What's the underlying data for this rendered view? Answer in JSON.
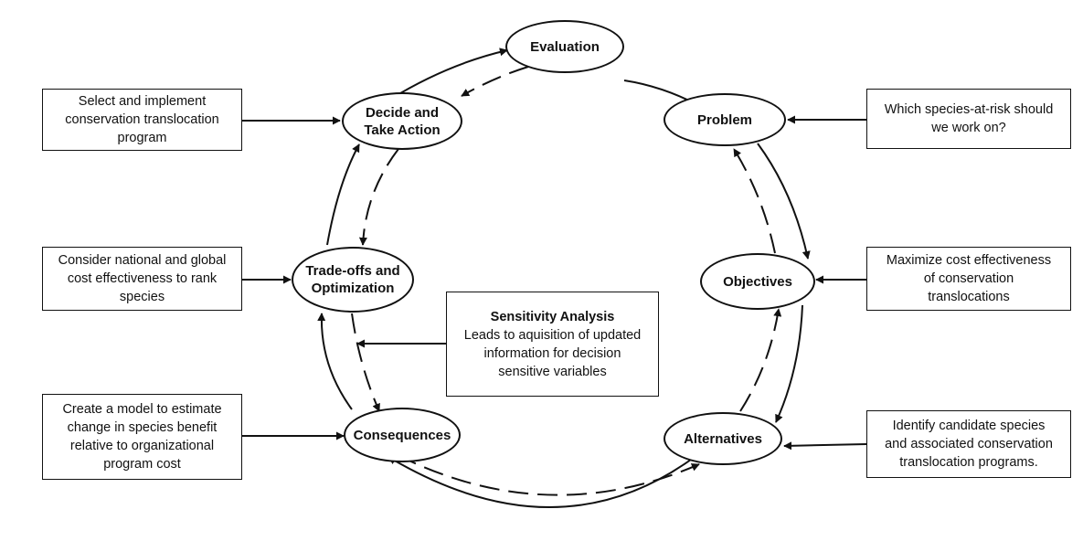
{
  "nodes": {
    "evaluation": "Evaluation",
    "decide": [
      "Decide and",
      "Take Action"
    ],
    "problem": "Problem",
    "tradeoffs": [
      "Trade-offs and",
      "Optimization"
    ],
    "objectives": "Objectives",
    "consequences": "Consequences",
    "alternatives": "Alternatives"
  },
  "boxes": {
    "select": [
      "Select and implement",
      "conservation translocation",
      "program"
    ],
    "consider": [
      "Consider national and global",
      "cost effectiveness to rank",
      "species"
    ],
    "create": [
      "Create a model to estimate",
      "change in species benefit",
      "relative to organizational",
      "program cost"
    ],
    "which": [
      "Which species-at-risk should",
      "we work on?"
    ],
    "maximize": [
      "Maximize cost effectiveness",
      "of conservation",
      "translocations"
    ],
    "identify": [
      "Identify candidate species",
      "and associated conservation",
      "translocation programs."
    ],
    "sensitivity": {
      "title": "Sensitivity Analysis",
      "lines": [
        "Leads to aquisition of updated",
        "information for decision",
        "sensitive variables"
      ]
    }
  }
}
